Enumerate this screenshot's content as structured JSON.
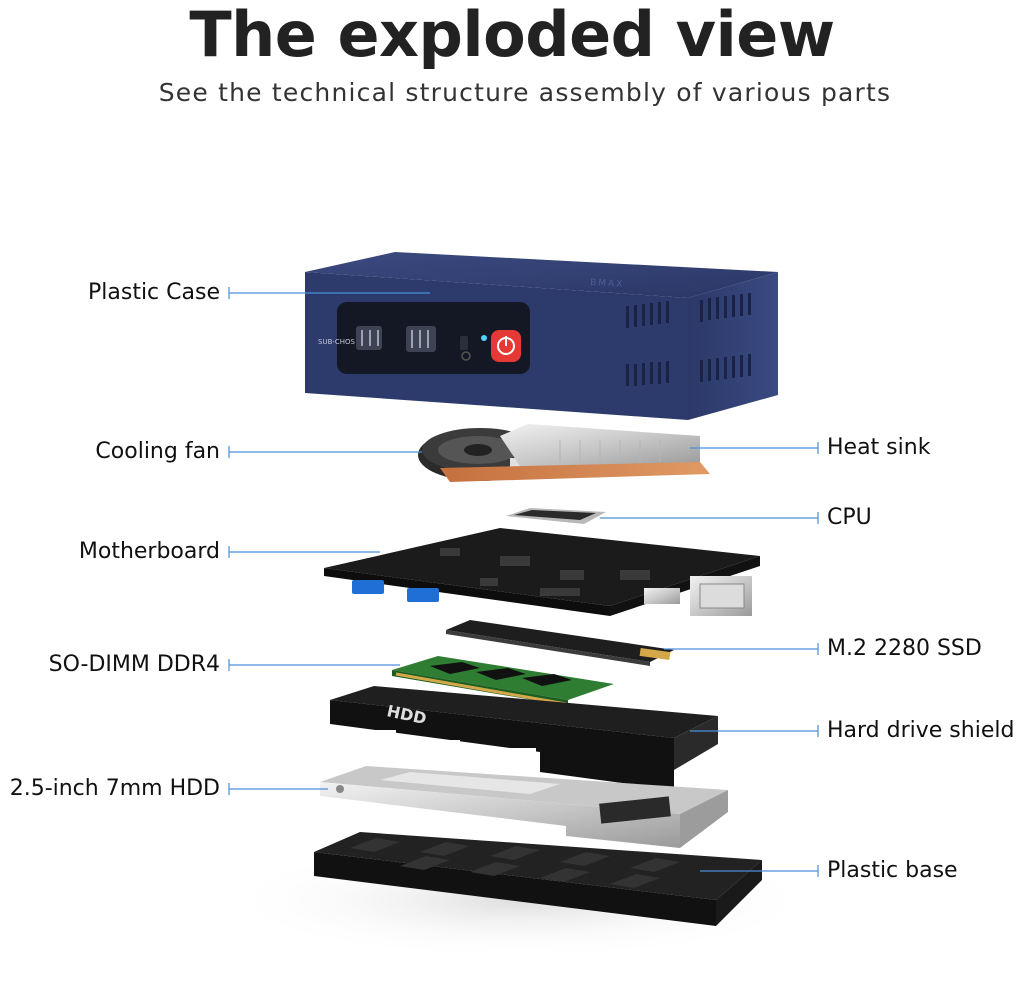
{
  "header": {
    "title": "The exploded view",
    "subtitle": "See the technical structure assembly of various parts"
  },
  "device": {
    "model_text": "BMAX",
    "ports_text": "SUB-CHOS"
  },
  "parts": {
    "plastic_case": "Plastic Case",
    "cooling_fan": "Cooling fan",
    "heat_sink": "Heat sink",
    "cpu": "CPU",
    "motherboard": "Motherboard",
    "ssd": "M.2 2280 SSD",
    "ram": "SO-DIMM DDR4",
    "hdd_shield": "Hard drive shield",
    "hdd": "2.5-inch 7mm HDD",
    "plastic_base": "Plastic base"
  },
  "shield_text": "HDD",
  "colors": {
    "case_blue": "#2f3d6e",
    "leader_line": "#4a90d9",
    "power_button": "#e53935",
    "ram_green": "#2e7d32"
  }
}
